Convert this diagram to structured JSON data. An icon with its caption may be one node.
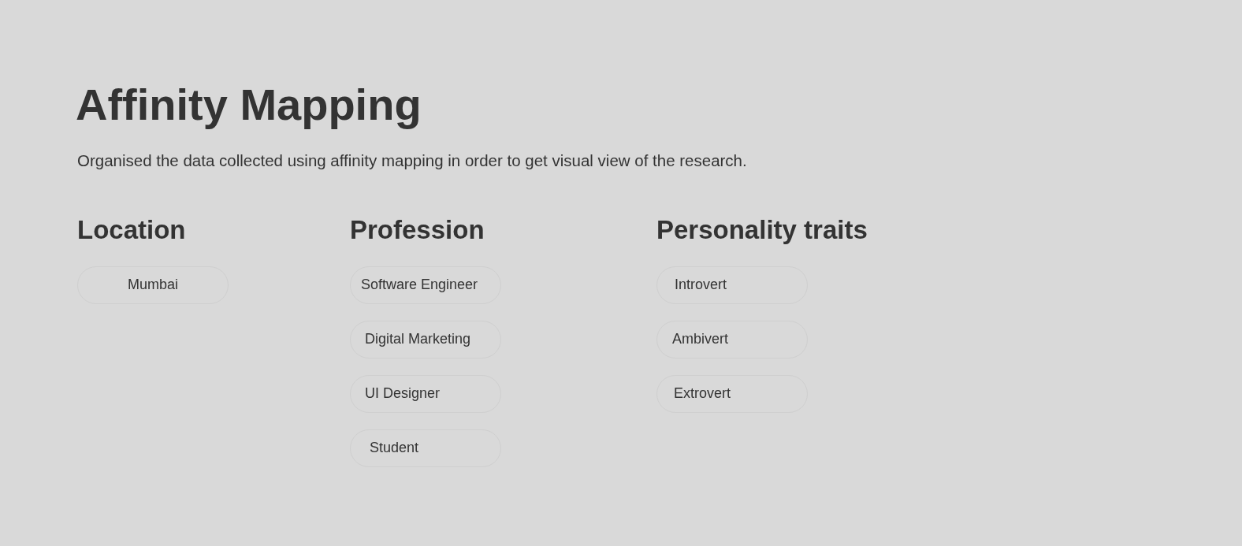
{
  "diagram": {
    "title": "Affinity Mapping",
    "caption": "Organised the data collected using affinity mapping in order to get visual view of the research.",
    "nodes": [
      {
        "text": [
          "Location"
        ]
      },
      {
        "text": [
          "Mumbai"
        ],
        "in": 0
      },
      {
        "text": [
          "Profession"
        ]
      },
      {
        "text": [
          "Software Engineer"
        ],
        "in": 2
      },
      {
        "text": [
          "Digital Marketing"
        ],
        "in": 2
      },
      {
        "text": [
          "UI Designer"
        ],
        "in": 2
      },
      {
        "text": [
          "Student"
        ],
        "in": 2
      },
      {
        "text": [
          "Personality traits"
        ]
      },
      {
        "text": [
          "Introvert"
        ],
        "in": 7
      },
      {
        "text": [
          "Ambivert"
        ],
        "in": 7
      },
      {
        "text": [
          "Extrovert"
        ],
        "in": 7
      }
    ],
    "edges": []
  }
}
